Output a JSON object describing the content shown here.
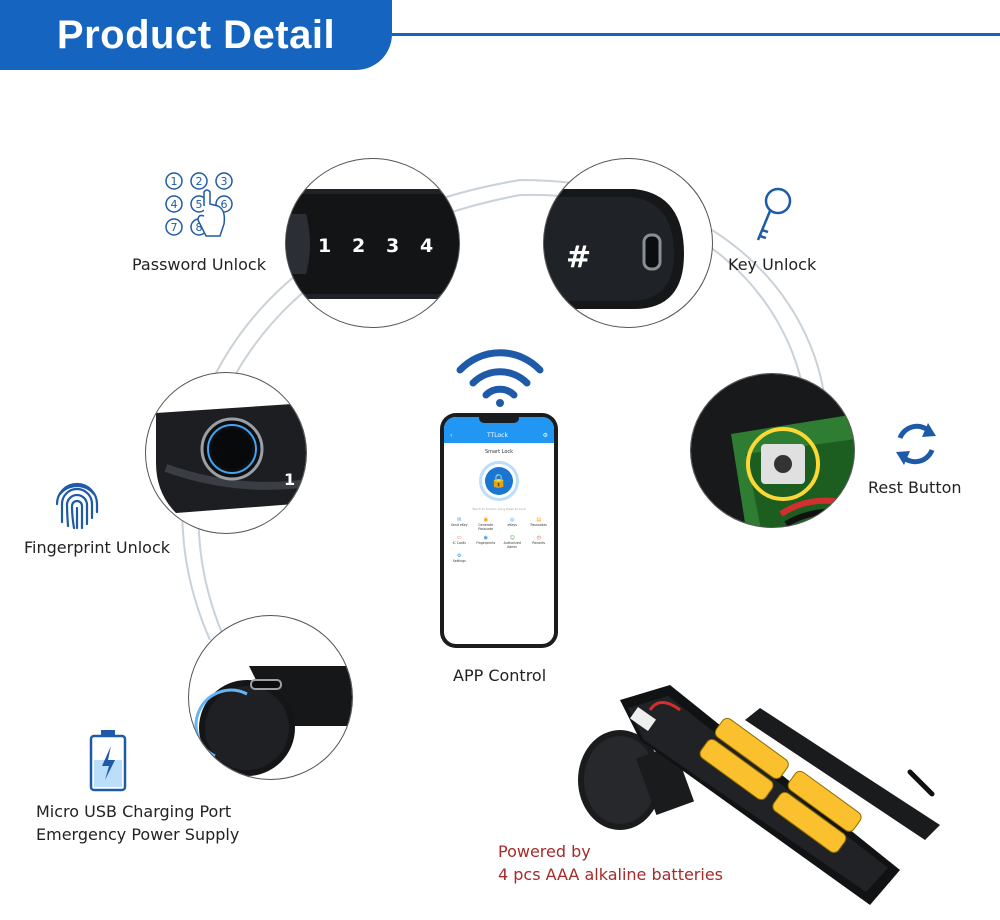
{
  "header": {
    "title": "Product Detail"
  },
  "features": {
    "password": {
      "label": "Password Unlock",
      "digits": [
        "1",
        "2",
        "3",
        "4"
      ],
      "keypad": [
        "1",
        "2",
        "3",
        "4",
        "5",
        "6",
        "7",
        "8"
      ]
    },
    "key": {
      "label": "Key Unlock",
      "symbol": "#"
    },
    "reset": {
      "label": "Rest Button"
    },
    "fingerprint": {
      "label": "Fingerprint Unlock",
      "digit": "1"
    },
    "usb": {
      "line1": "Micro USB Charging Port",
      "line2": "Emergency Power Supply"
    },
    "app": {
      "label": "APP Control"
    },
    "battery": {
      "line1": "Powered by",
      "line2": "4 pcs AAA alkaline batteries"
    }
  },
  "phone": {
    "app_title": "TTLock",
    "screen_title": "Smart Lock",
    "hint": "Touch to Unlock, Long Press to Lock",
    "menu": [
      "Send eKey",
      "Generate Passcode",
      "eKeys",
      "Passcodes",
      "IC Cards",
      "Fingerprints",
      "Authorized Admin",
      "Records",
      "Settings"
    ]
  },
  "colors": {
    "brand": "#1565c0",
    "accent_red": "#a52a2a",
    "icon_blue": "#1e5aa8"
  }
}
